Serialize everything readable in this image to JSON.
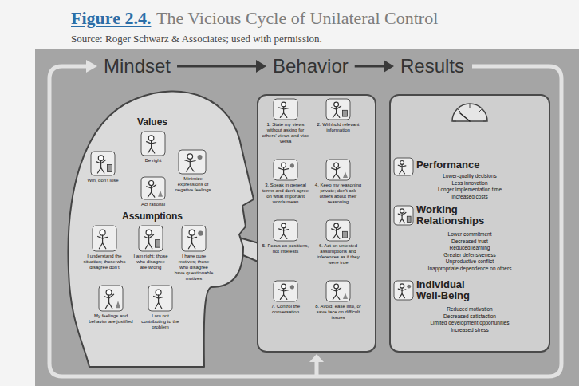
{
  "diagram": {
    "title": "The Vicious Cycle of Unilateral Control",
    "caption": "Source: Roger Schwarz & Associates; used with permission.",
    "nodes": [
      {
        "text": [
          "Mindset"
        ]
      },
      {
        "text": [
          "Behavior"
        ]
      },
      {
        "text": [
          "Results"
        ]
      },
      {
        "text": [
          "Values",
          "Be right",
          "Win, don't lose",
          "Minimize expressions of negative feelings",
          "Act rational",
          "Assumptions",
          "I understand the situation; those who disagree don't",
          "I am right; those who disagree are wrong",
          "I have pure motives; those who disagree have questionable motives",
          "My feelings and behavior are justified",
          "I am not contributing to the problem"
        ]
      },
      {
        "text": [
          "1. State my views without asking for others' views and vice versa",
          "2. Withhold relevant information",
          "3. Speak in general terms and don't agree on what important words mean",
          "4. Keep my reasoning private; don't ask others about their reasoning",
          "5. Focus on positions, not interests",
          "6. Act on untested assumptions and inferences as if they were true",
          "7. Control the conversation",
          "8. Avoid, ease into, or save face on difficult issues"
        ]
      },
      {
        "text": [
          "Performance",
          "Lower-quality decisions",
          "Less innovation",
          "Longer implementation time",
          "Increased costs",
          "Working Relationships",
          "Lower commitment",
          "Decreased trust",
          "Reduced learning",
          "Greater defensiveness",
          "Unproductive conflict",
          "Inappropriate dependence on others",
          "Individual Well-Being",
          "Reduced motivation",
          "Decreased satisfaction",
          "Limited development opportunities",
          "Increased stress"
        ]
      }
    ],
    "edges": [
      {
        "from": 0,
        "to": 1,
        "arrow": "to"
      },
      {
        "from": 1,
        "to": 2,
        "arrow": "to"
      },
      {
        "from": 2,
        "to": 0,
        "arrow": "to"
      }
    ],
    "labels": [
      "Figure 2.4."
    ]
  }
}
